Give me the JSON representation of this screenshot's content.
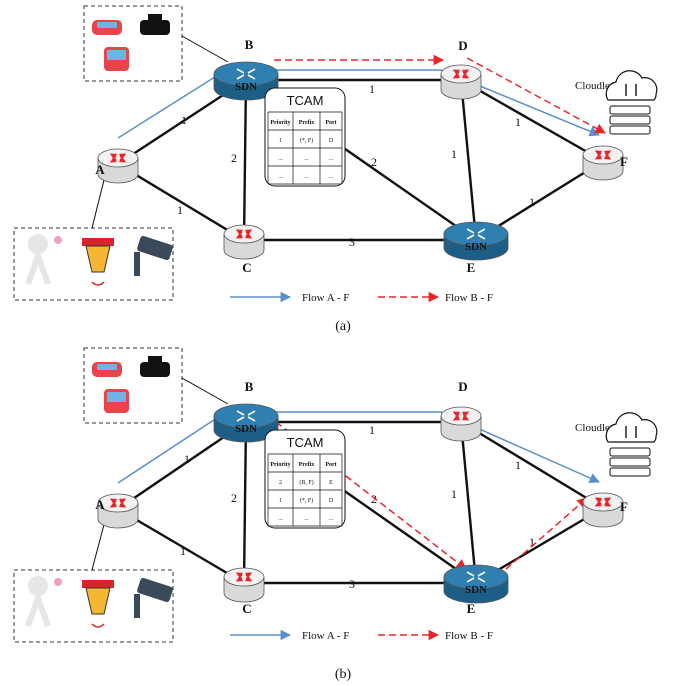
{
  "colors": {
    "link": "#111111",
    "flow_af": "#5b8fc9",
    "flow_bf": "#e8262a",
    "router_top": "#f2f2f2",
    "router_side": "#d9d9d9",
    "sdn_top": "#2f7fb0",
    "sdn_side": "#1d5e87"
  },
  "panels": [
    {
      "caption": "(a)",
      "nodes": [
        {
          "id": "A",
          "label": "A",
          "sdn": false
        },
        {
          "id": "B",
          "label": "B",
          "sdn": true,
          "sdn_text": "SDN"
        },
        {
          "id": "C",
          "label": "C",
          "sdn": false
        },
        {
          "id": "D",
          "label": "D",
          "sdn": false
        },
        {
          "id": "E",
          "label": "E",
          "sdn": true,
          "sdn_text": "SDN"
        },
        {
          "id": "F",
          "label": "F",
          "sdn": false
        }
      ],
      "edges": [
        {
          "from": "A",
          "to": "B",
          "weight": "1"
        },
        {
          "from": "A",
          "to": "C",
          "weight": "1"
        },
        {
          "from": "B",
          "to": "C",
          "weight": "2"
        },
        {
          "from": "B",
          "to": "D",
          "weight": "1"
        },
        {
          "from": "B",
          "to": "E",
          "weight": "2"
        },
        {
          "from": "C",
          "to": "E",
          "weight": "3"
        },
        {
          "from": "D",
          "to": "E",
          "weight": "1"
        },
        {
          "from": "D",
          "to": "F",
          "weight": "1"
        },
        {
          "from": "E",
          "to": "F",
          "weight": "1"
        }
      ],
      "tcam": {
        "title": "TCAM",
        "headers": [
          "Priority",
          "Prefix",
          "Port"
        ],
        "rows": [
          [
            "1",
            "(*, F)",
            "D"
          ],
          [
            "...",
            "...",
            "..."
          ],
          [
            "...",
            "...",
            "..."
          ]
        ]
      },
      "cloudlet": "Cloudlet",
      "legend": {
        "flow_af": "Flow A - F",
        "flow_bf": "Flow B - F"
      }
    },
    {
      "caption": "(b)",
      "nodes": [
        {
          "id": "A",
          "label": "A",
          "sdn": false
        },
        {
          "id": "B",
          "label": "B",
          "sdn": true,
          "sdn_text": "SDN"
        },
        {
          "id": "C",
          "label": "C",
          "sdn": false
        },
        {
          "id": "D",
          "label": "D",
          "sdn": false
        },
        {
          "id": "E",
          "label": "E",
          "sdn": true,
          "sdn_text": "SDN"
        },
        {
          "id": "F",
          "label": "F",
          "sdn": false
        }
      ],
      "edges": [
        {
          "from": "A",
          "to": "B",
          "weight": "1"
        },
        {
          "from": "A",
          "to": "C",
          "weight": "1"
        },
        {
          "from": "B",
          "to": "C",
          "weight": "2"
        },
        {
          "from": "B",
          "to": "D",
          "weight": "1"
        },
        {
          "from": "B",
          "to": "E",
          "weight": "2"
        },
        {
          "from": "C",
          "to": "E",
          "weight": "3"
        },
        {
          "from": "D",
          "to": "E",
          "weight": "1"
        },
        {
          "from": "D",
          "to": "F",
          "weight": "1"
        },
        {
          "from": "E",
          "to": "F",
          "weight": "1"
        }
      ],
      "tcam": {
        "title": "TCAM",
        "headers": [
          "Priority",
          "Prefix",
          "Port"
        ],
        "rows": [
          [
            "2",
            "(B, F)",
            "E"
          ],
          [
            "1",
            "(*, F)",
            "D"
          ],
          [
            "...",
            "...",
            "..."
          ]
        ]
      },
      "cloudlet": "Cloudlet",
      "legend": {
        "flow_af": "Flow A - F",
        "flow_bf": "Flow B - F"
      }
    }
  ]
}
